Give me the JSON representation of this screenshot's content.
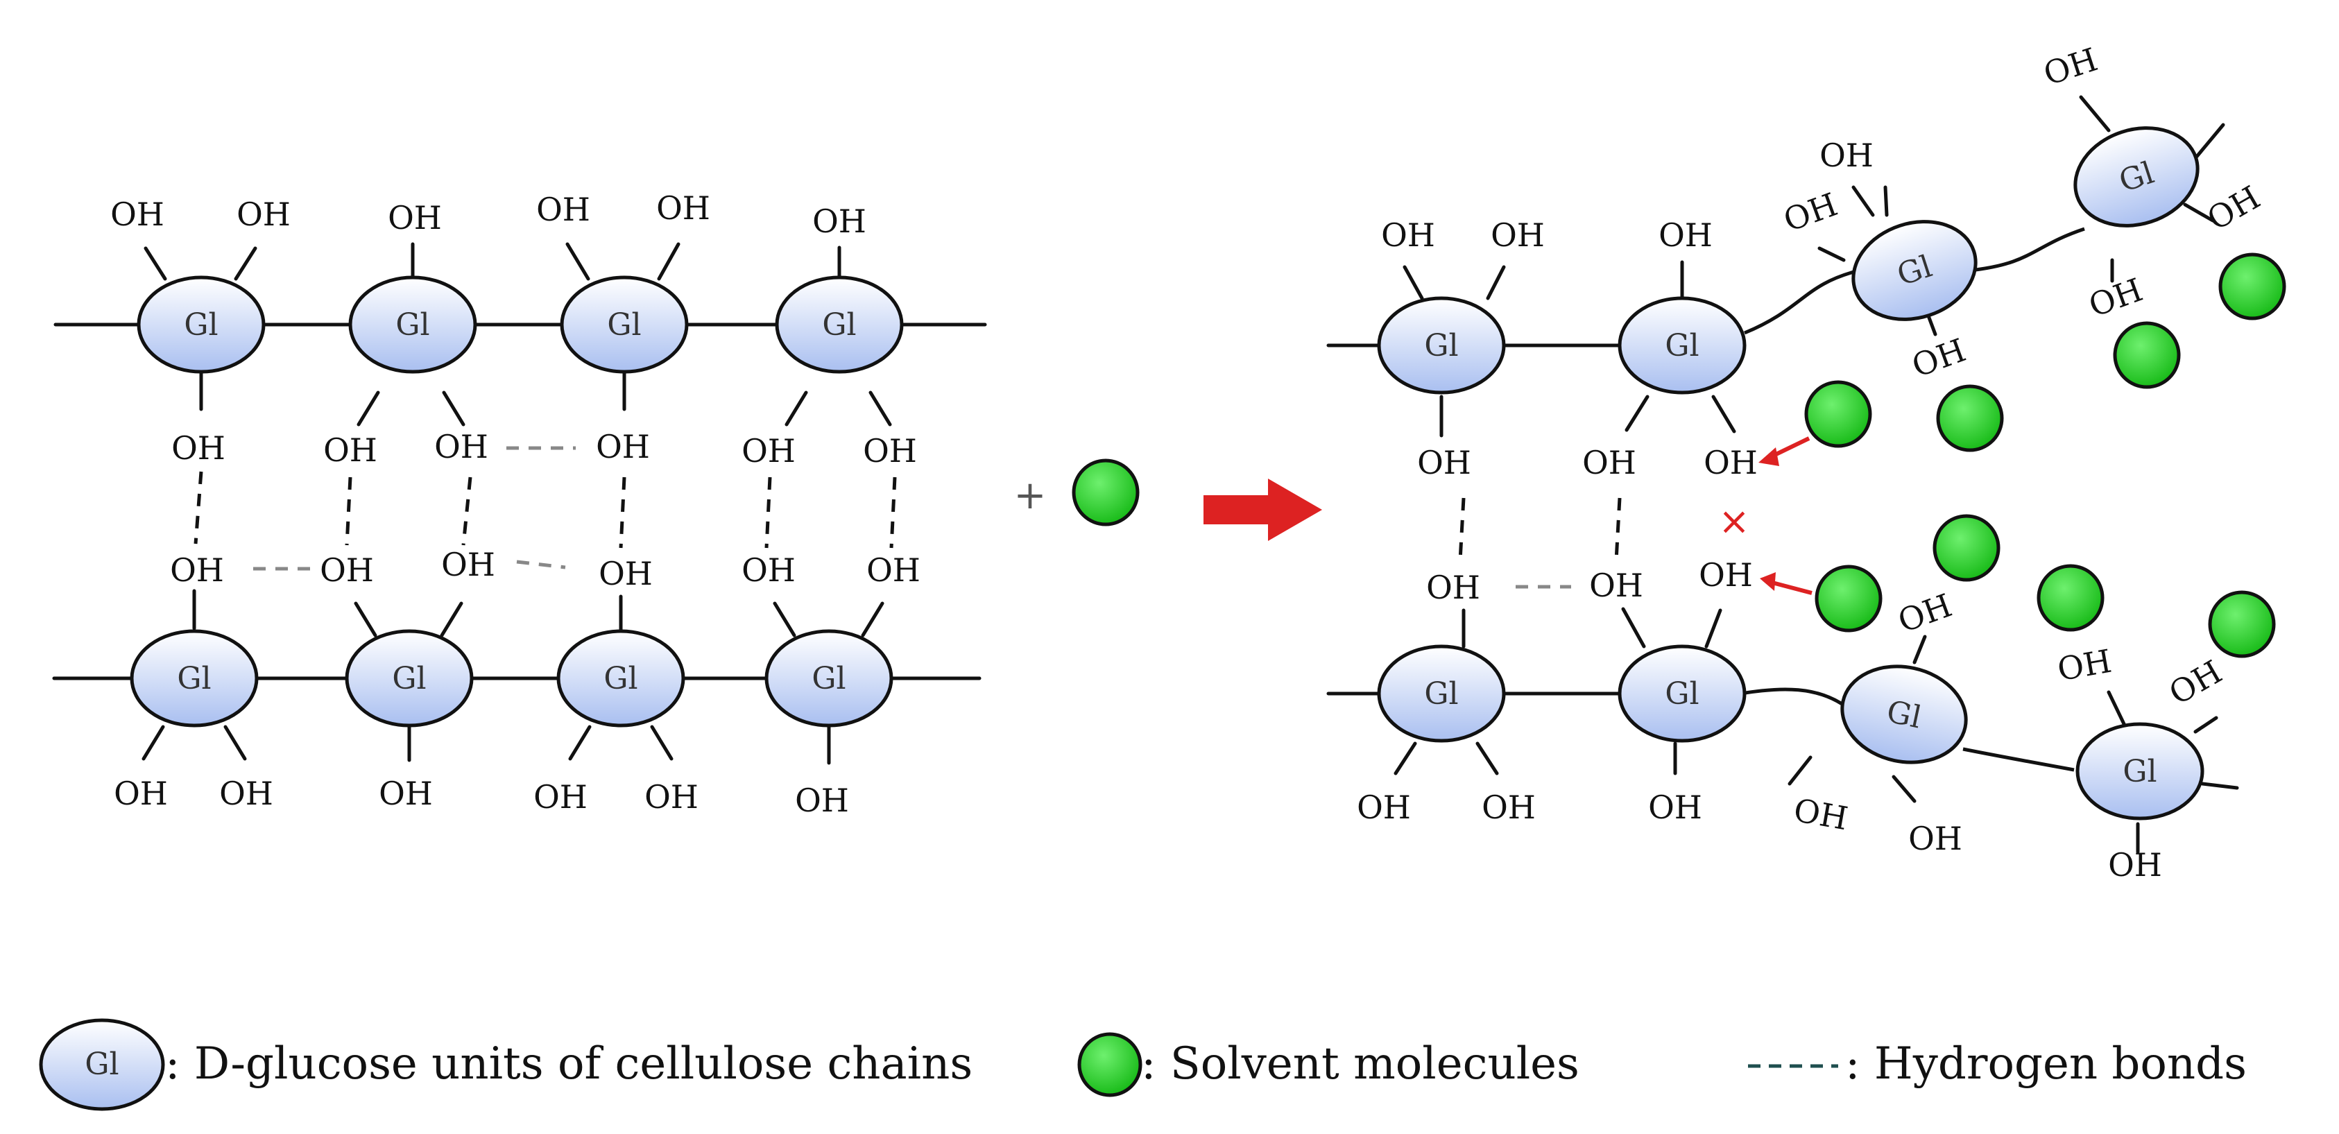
{
  "diagram": {
    "glucose_label": "Gl",
    "hydroxyl_label": "OH",
    "plus_sign": "+",
    "break_mark": "×",
    "colors": {
      "glucose_fill_top": "#ffffff",
      "glucose_fill_bottom": "#a9bff0",
      "solvent_fill_light": "#6ef06e",
      "solvent_fill": "#14b814",
      "arrow": "#dd2222",
      "bond_line": "#111111",
      "weak_hbond": "#888888"
    },
    "legend": {
      "glucose": ": D-glucose units of cellulose chains",
      "solvent": ": Solvent molecules",
      "hbond": ": Hydrogen bonds"
    }
  }
}
